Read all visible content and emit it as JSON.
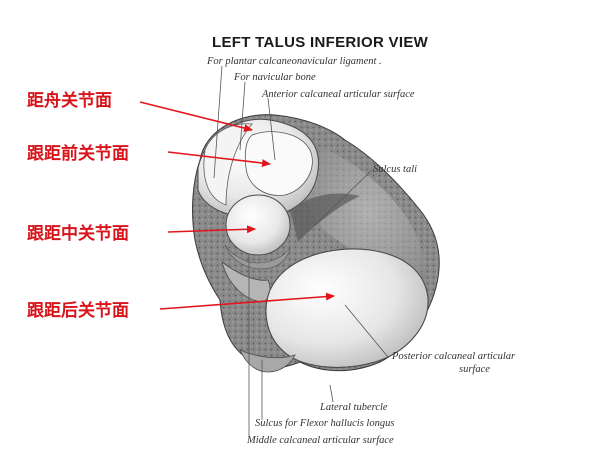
{
  "title": "LEFT TALUS INFERIOR VIEW",
  "english_labels": {
    "plantar_ligament": "For plantar calcaneonavicular ligament .",
    "navicular_bone": "For navicular bone",
    "anterior_facet": "Anterior calcaneal articular surface",
    "sulcus_tali": "Sulcus tali",
    "posterior_facet_line1": "Posterior calcaneal articular",
    "posterior_facet_line2": "surface",
    "lateral_tubercle": "Lateral tubercle",
    "sulcus_fhl": "Sulcus for Flexor hallucis longus",
    "middle_facet": "Middle calcaneal articular surface"
  },
  "chinese_labels": {
    "talonavicular": "距舟关节面",
    "anterior": "跟距前关节面",
    "middle": "跟距中关节面",
    "posterior": "跟距后关节面"
  },
  "colors": {
    "arrow": "#e3151c",
    "chinese_label": "#d8141b",
    "bone_light": "#e4e4e4",
    "bone_shadow": "#6a6a6a"
  }
}
